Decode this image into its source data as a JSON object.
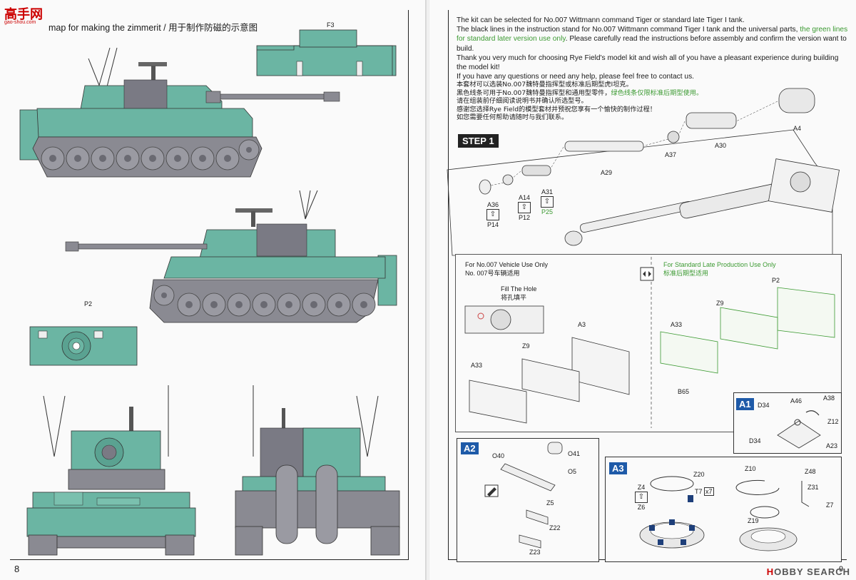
{
  "watermark": {
    "logo": "高手网",
    "sub": "gao-shou.com"
  },
  "left_page": {
    "title": "map for making the zimmerit / 用于制作防磁的示意图",
    "page_number": "8",
    "labels": {
      "f3": "F3",
      "p2": "P2"
    }
  },
  "right_page": {
    "intro_en": [
      "The kit can be selected for No.007 Wittmann command Tiger or standard late Tiger I tank.",
      "The black lines in the instruction stand for No.007 Wittmann command Tiger I tank and the universal parts,",
      "the green lines for standard later version use only",
      ". Please carefully read the instructions before assembly and confirm the version want to build.",
      "Thank you very much for choosing Rye Field's model kit and wish all of you have a pleasant experience during building the model kit!",
      "If you have any questions or need any help, please feel free to contact us."
    ],
    "intro_cn": [
      "本套材可以选装No.007魏特曼指挥型或标准后期型虎I坦克。",
      "黑色线条可用于No.007魏特曼指挥型和通用型零件，",
      "绿色线条仅限标准后期型使用。",
      "请在组装前仔细阅读说明书并确认所选型号。",
      "感谢您选择Rye Field的模型套材并预祝您享有一个愉快的制作过程！",
      "如您需要任何帮助请随时与我们联系。"
    ],
    "step_label": "STEP 1",
    "parts": {
      "a4": "A4",
      "a30": "A30",
      "a37": "A37",
      "a29": "A29",
      "a36": "A36",
      "a14": "A14",
      "a31": "A31",
      "p14": "P14",
      "p12": "P12",
      "p25": "P25"
    },
    "vehicle_007": {
      "title_en": "For No.007 Vehicle Use Only",
      "title_cn": "No. 007号车辆适用",
      "fill_hole_en": "Fill The Hole",
      "fill_hole_cn": "将孔填平",
      "labels": {
        "a3": "A3",
        "z9": "Z9",
        "a33": "A33"
      }
    },
    "standard_late": {
      "title_en": "For Standard Late Production Use Only",
      "title_cn": "标准后期型适用",
      "labels": {
        "p2": "P2",
        "z9": "Z9",
        "a33": "A33",
        "b65": "B65"
      }
    },
    "a1": {
      "badge": "A1",
      "labels": [
        "D34",
        "A46",
        "A38",
        "Z12",
        "D34",
        "A23"
      ]
    },
    "a2": {
      "badge": "A2",
      "labels": [
        "O40",
        "O41",
        "O5",
        "Z5",
        "Z22",
        "Z23"
      ]
    },
    "a3": {
      "badge": "A3",
      "labels": [
        "Z20",
        "Z4",
        "Z6",
        "T7",
        "x7",
        "Z10",
        "Z48",
        "Z31",
        "Z19",
        "Z7"
      ]
    },
    "footer": {
      "brand1": "H",
      "brand2": "OBBY SEARCH",
      "page_number": "9"
    }
  },
  "colors": {
    "zimmerit_green": "#6bb5a3",
    "hull_grey": "#8a8a92",
    "green_line": "#3c9a32",
    "badge_blue": "#1e5aa8"
  }
}
